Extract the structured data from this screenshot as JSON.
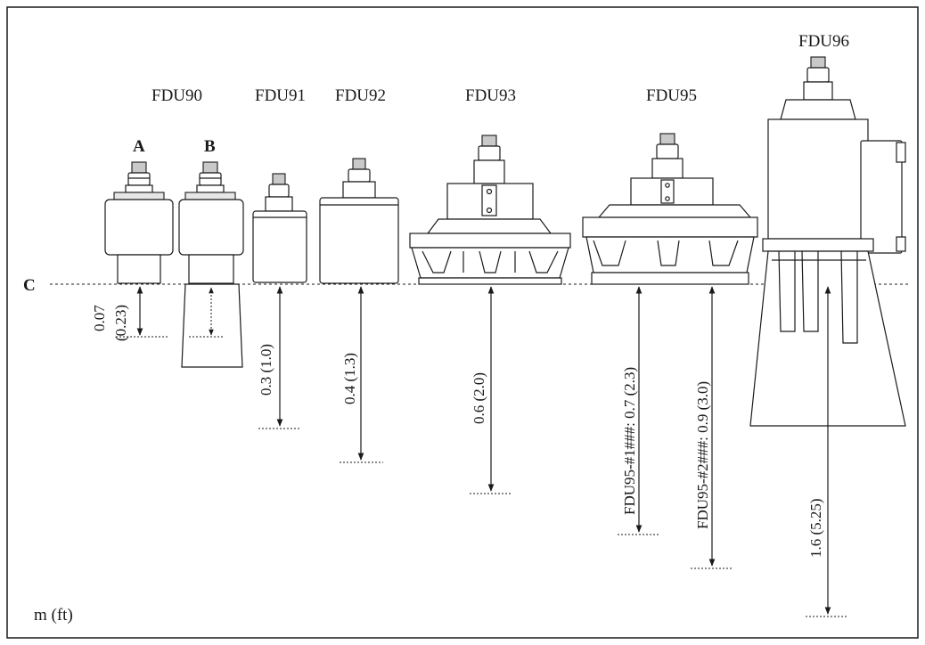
{
  "labels": {
    "fdu90": "FDU90",
    "fdu91": "FDU91",
    "fdu92": "FDU92",
    "fdu93": "FDU93",
    "fdu95": "FDU95",
    "fdu96": "FDU96",
    "variant_a": "A",
    "variant_b": "B",
    "ref_c": "C",
    "unit": "m (ft)"
  },
  "dimensions": {
    "fdu90_a": "0.07",
    "fdu90_a_ft": "(0.23)",
    "fdu91": "0.3 (1.0)",
    "fdu92": "0.4 (1.3)",
    "fdu93": "0.6 (2.0)",
    "fdu95_1": "FDU95-#1###: 0.7 (2.3)",
    "fdu95_2": "FDU95-#2###: 0.9 (3.0)",
    "fdu96": "1.6 (5.25)"
  }
}
